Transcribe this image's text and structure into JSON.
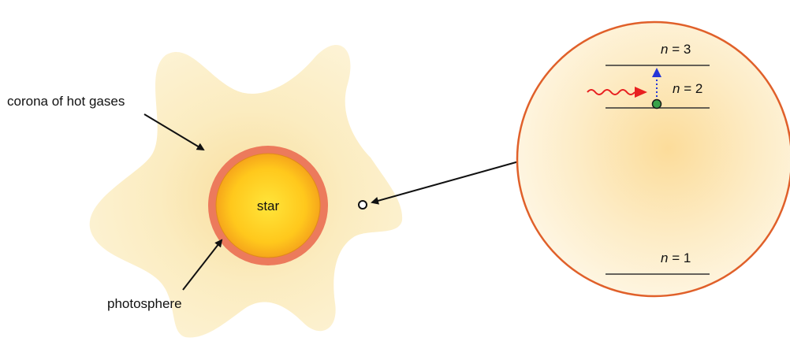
{
  "labels": {
    "corona": "corona of hot gases",
    "photosphere": "photosphere",
    "star": "star"
  },
  "energy_levels": [
    {
      "var": "n",
      "eq": " = 3"
    },
    {
      "var": "n",
      "eq": " = 2"
    },
    {
      "var": "n",
      "eq": " = 1"
    }
  ],
  "colors": {
    "corona_fill": "#fbeec1",
    "star_core": "#ffd21f",
    "star_edge": "#f39a1a",
    "photosphere": "#ec7a5c",
    "zoom_circle_border": "#e0602a",
    "zoom_center": "#fde2a2",
    "photon": "#e82020",
    "transition_arrow": "#2535d8",
    "electron": "#39a34a"
  }
}
